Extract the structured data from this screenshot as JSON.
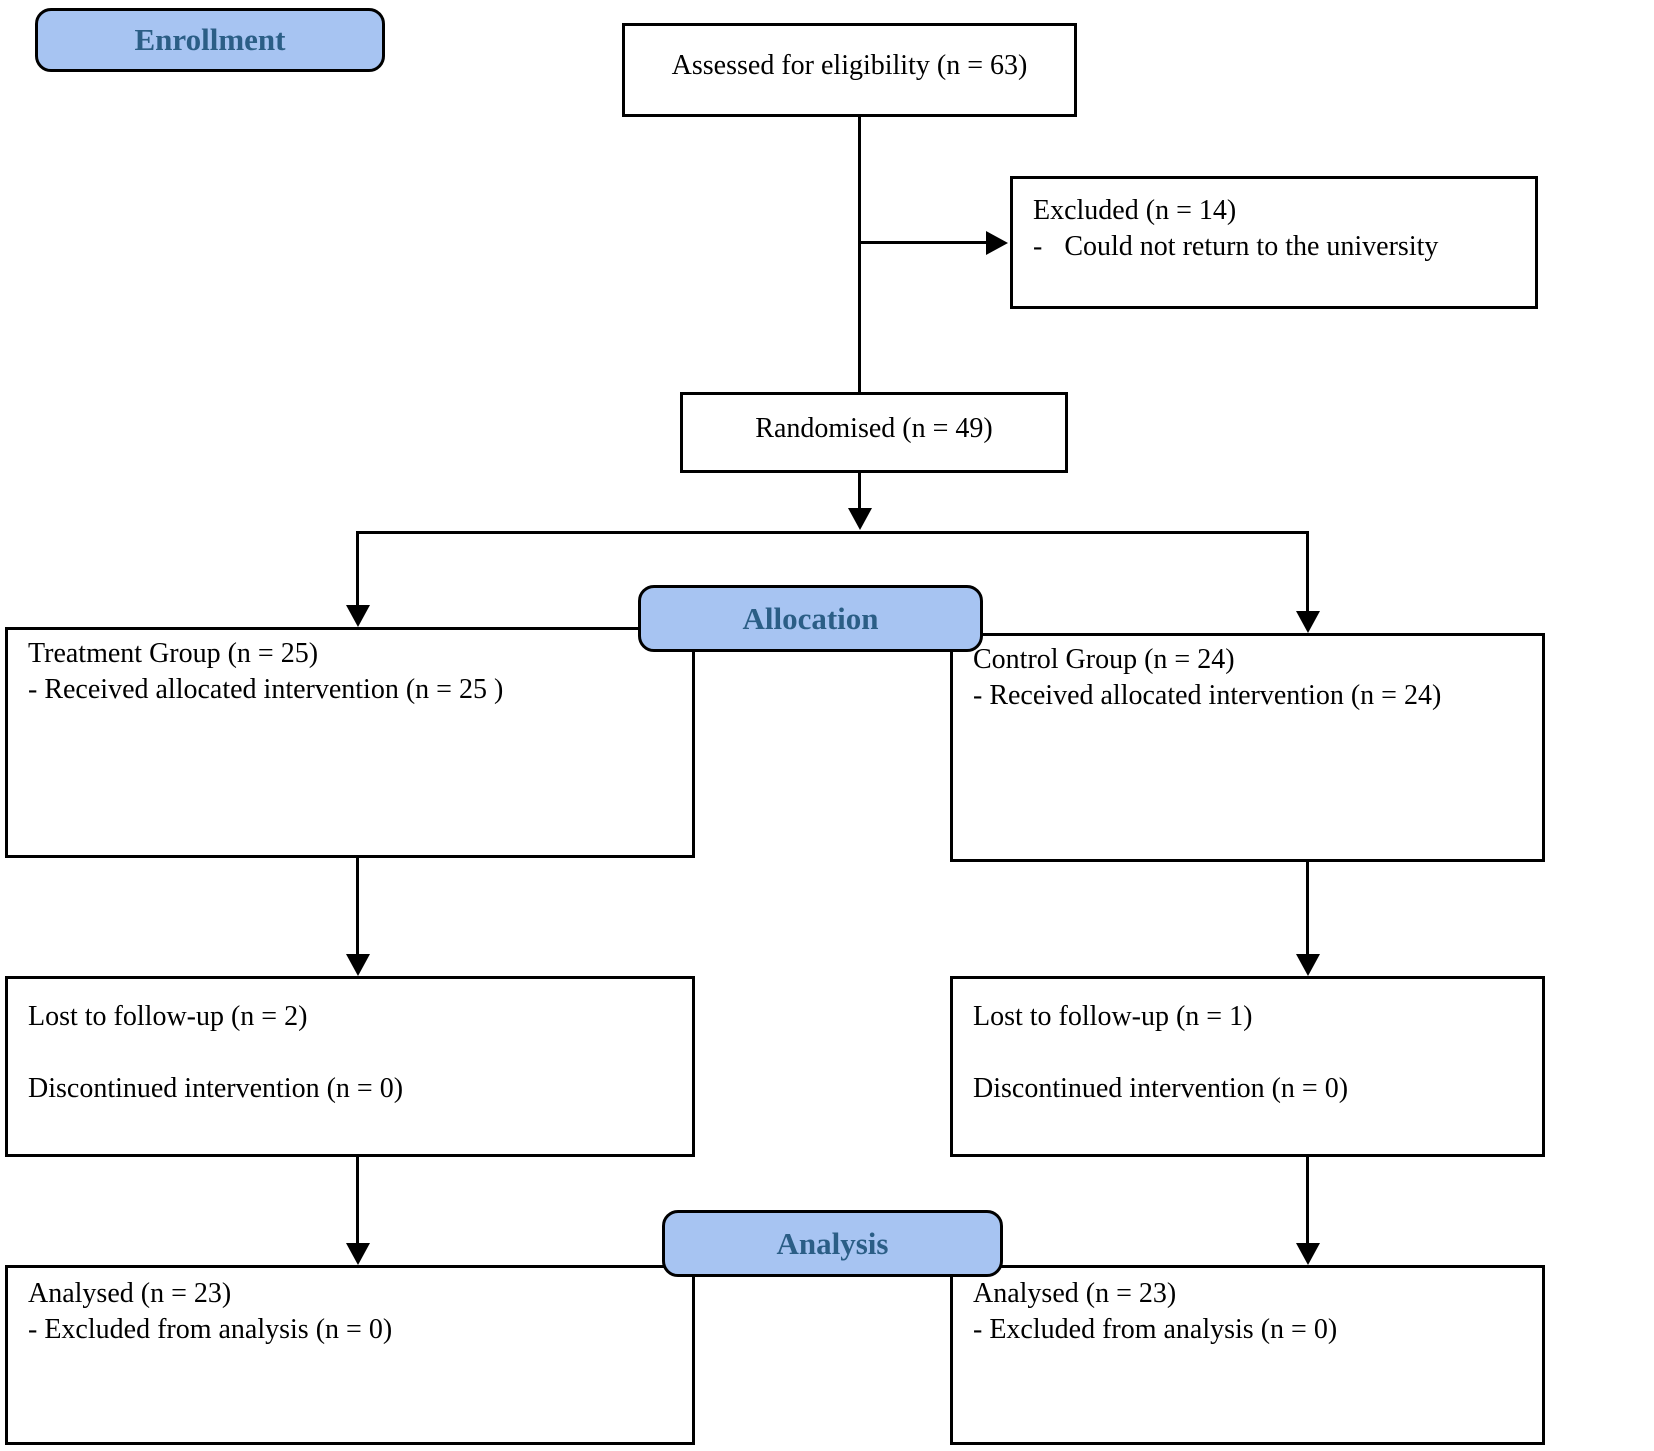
{
  "stages": {
    "enrollment": "Enrollment",
    "allocation": "Allocation",
    "analysis": "Analysis"
  },
  "boxes": {
    "assessed": {
      "text": "Assessed for eligibility (n = 63)"
    },
    "excluded": {
      "line1": "Excluded (n = 14)",
      "line2_dash": "-",
      "line2_text": "Could not return to the university"
    },
    "randomised": {
      "text": "Randomised (n = 49)"
    },
    "treatment": {
      "line1": "Treatment Group (n = 25)",
      "line2": "- Received allocated intervention (n = 25 )"
    },
    "control": {
      "line1": "Control Group (n = 24)",
      "line2": "- Received allocated intervention (n = 24)"
    },
    "lost_left": {
      "line1": "Lost to follow-up (n = 2)",
      "line2": "Discontinued intervention (n = 0)"
    },
    "lost_right": {
      "line1": "Lost to follow-up (n = 1)",
      "line2": "Discontinued intervention (n = 0)"
    },
    "analysed_left": {
      "line1": "Analysed (n = 23)",
      "line2": "- Excluded from analysis (n = 0)"
    },
    "analysed_right": {
      "line1": "Analysed (n = 23)",
      "line2": "- Excluded from analysis (n = 0)"
    }
  },
  "colors": {
    "stage_fill": "#a7c4f2",
    "stage_text": "#2b5e86",
    "box_border": "#000000",
    "background": "#ffffff"
  }
}
